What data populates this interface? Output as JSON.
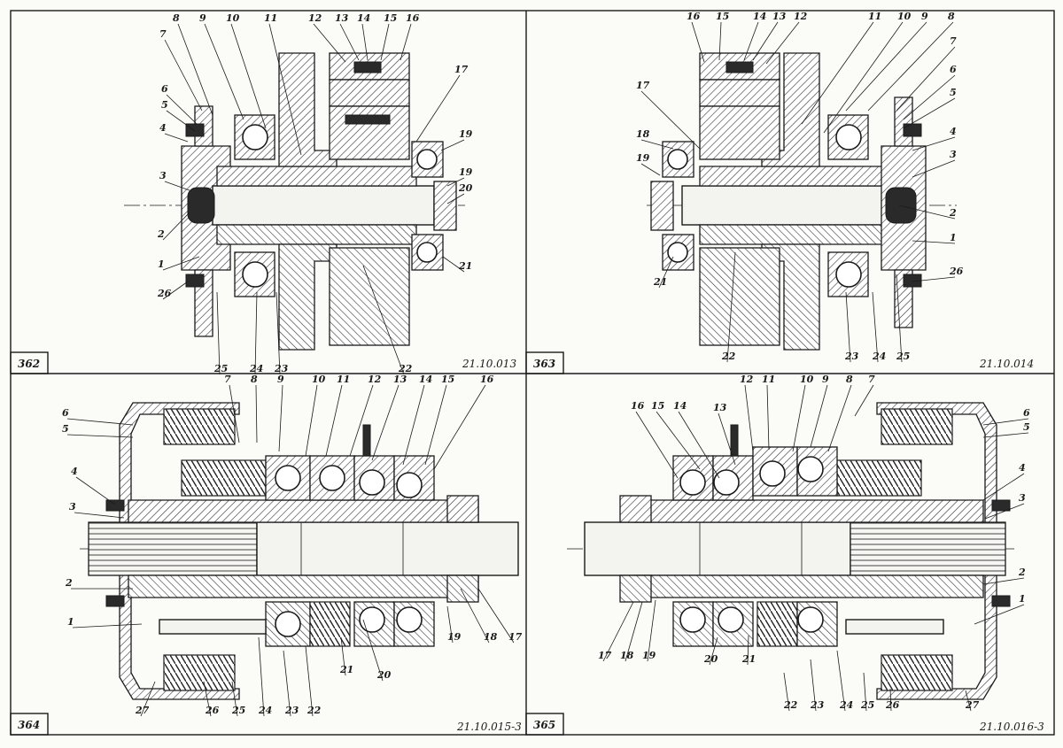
{
  "drawings": [
    {
      "id": "362",
      "number": "362",
      "code": "21.10.013",
      "labels": [
        "8",
        "9",
        "10",
        "11",
        "12",
        "13",
        "14",
        "15",
        "16",
        "7",
        "6",
        "5",
        "4",
        "3",
        "2",
        "1",
        "26",
        "17",
        "19",
        "19",
        "20",
        "21",
        "25",
        "24",
        "23",
        "22"
      ]
    },
    {
      "id": "363",
      "number": "363",
      "code": "21.10.014",
      "labels": [
        "16",
        "15",
        "14",
        "13",
        "12",
        "11",
        "10",
        "9",
        "8",
        "7",
        "6",
        "5",
        "17",
        "18",
        "19",
        "4",
        "3",
        "2",
        "1",
        "21",
        "26",
        "22",
        "23",
        "24",
        "25"
      ]
    },
    {
      "id": "364",
      "number": "364",
      "code": "21.10.015-3",
      "labels": [
        "7",
        "8",
        "9",
        "10",
        "11",
        "12",
        "13",
        "14",
        "15",
        "16",
        "6",
        "5",
        "4",
        "3",
        "2",
        "1",
        "19",
        "18",
        "17",
        "21",
        "20",
        "27",
        "26",
        "25",
        "24",
        "23",
        "22"
      ]
    },
    {
      "id": "365",
      "number": "365",
      "code": "21.10.016-3",
      "labels": [
        "12",
        "11",
        "10",
        "9",
        "8",
        "7",
        "16",
        "15",
        "14",
        "13",
        "6",
        "5",
        "4",
        "3",
        "2",
        "1",
        "17",
        "18",
        "19",
        "20",
        "21",
        "22",
        "23",
        "24",
        "25",
        "26",
        "27"
      ]
    }
  ]
}
